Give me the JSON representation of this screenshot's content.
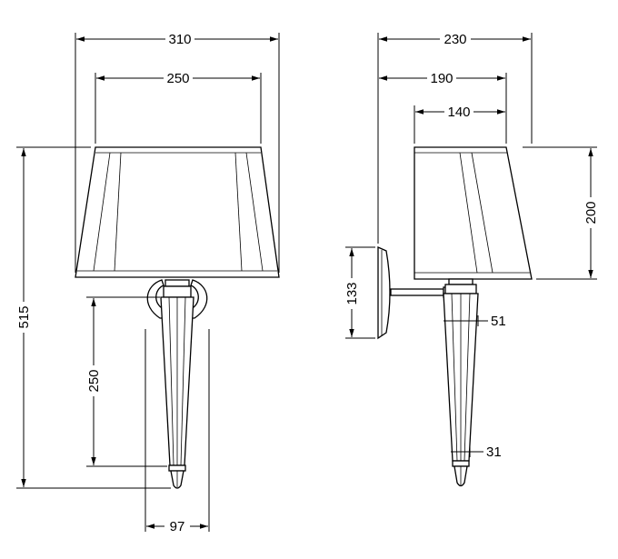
{
  "front_view": {
    "shade_top_width": "250",
    "shade_bottom_width": "310",
    "overall_height": "515",
    "body_height": "250",
    "body_width": "97"
  },
  "side_view": {
    "overall_depth": "230",
    "shade_bottom_depth": "190",
    "shade_top_depth": "140",
    "shade_height": "200",
    "backplate_height": "133",
    "body_top_diameter": "51",
    "body_bottom_diameter": "31"
  }
}
